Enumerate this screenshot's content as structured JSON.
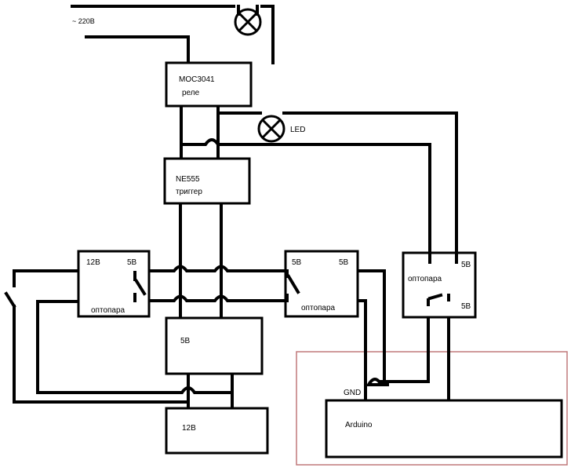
{
  "supply_label": "~ 220В",
  "led_label": "LED",
  "moc": {
    "line1": "MOC3041",
    "line2": "реле"
  },
  "ne555": {
    "line1": "NE555",
    "line2": "триггер"
  },
  "opto_left": {
    "pin_left": "12В",
    "pin_right": "5В",
    "name": "оптопара"
  },
  "opto_mid": {
    "pin_left": "5В",
    "pin_right": "5В",
    "name": "оптопара"
  },
  "opto_right": {
    "name": "оптопара",
    "pin_top": "5В",
    "pin_bottom": "5В"
  },
  "psu5": {
    "label": "5В"
  },
  "psu12": {
    "label": "12В"
  },
  "arduino": {
    "label": "Arduino",
    "gnd_label": "GND"
  },
  "colors": {
    "wire": "#000000",
    "highlight_frame": "#c0787a",
    "background": "#ffffff"
  },
  "icons": {
    "lamp": "lamp-icon",
    "switch": "switch-icon"
  }
}
